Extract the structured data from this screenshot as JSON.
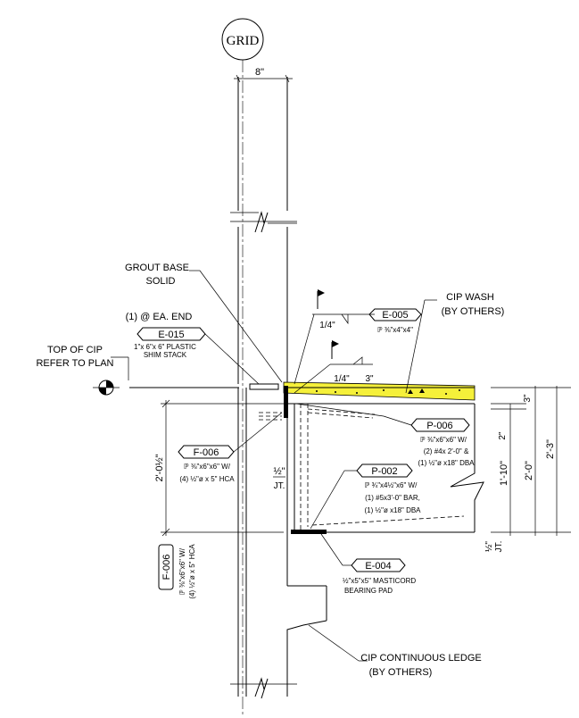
{
  "grid": {
    "label": "GRID"
  },
  "dims": {
    "wall_width": "8\"",
    "panel_height": "2'-0½\"",
    "gap_half": "½\"",
    "gap_jt": "JT.",
    "right_3": "3\"",
    "right_2": "2\"",
    "right_1_10": "1'-10\"",
    "right_2_0": "2'-0\"",
    "right_2_3": "2'-3\"",
    "bottom_half": "½\"",
    "bottom_jt": "JT."
  },
  "notes": {
    "grout_base": [
      "GROUT BASE",
      "SOLID"
    ],
    "ea_end": "(1) @ EA. END",
    "e015": {
      "tag": "E-015",
      "text": [
        "1\"x 6\"x 6\" PLASTIC",
        "SHIM STACK"
      ]
    },
    "top_cip": [
      "TOP OF CIP",
      "REFER TO PLAN"
    ],
    "cip_wash": [
      "CIP WASH",
      "(BY OTHERS)"
    ],
    "e005": {
      "tag": "E-005",
      "weld": "1/4\"",
      "text": "ℙ ⅜\"x4\"x4\""
    },
    "weld2": {
      "size": "1/4\"",
      "length": "3\""
    },
    "p006": {
      "tag": "P-006",
      "text": [
        "ℙ ⅜\"x6\"x6\" W/",
        "(2) #4x 2'-0\" &",
        "(1) ½\"ø x18\" DBA"
      ]
    },
    "f006": {
      "tag": "F-006",
      "text": [
        "ℙ ⅜\"x6\"x6\" W/",
        "(4) ½\"ø x 5\" HCA"
      ]
    },
    "p002": {
      "tag": "P-002",
      "text": [
        "ℙ ¾\"x4½\"x6\" W/",
        "(1) #5x3'-0\" BAR,",
        "(1) ½\"ø x18\" DBA"
      ]
    },
    "f006_vert": {
      "tag": "F-006",
      "text": [
        "ℙ ⅜\"x6\"x6\" W/",
        "(4) ½\"ø x 5\" HCA"
      ]
    },
    "e004": {
      "tag": "E-004",
      "text": [
        "½\"x5\"x5\" MASTICORD",
        "BEARING PAD"
      ]
    },
    "cip_ledge": [
      "CIP CONTINUOUS LEDGE",
      "(BY OTHERS)"
    ]
  },
  "colors": {
    "wash_fill": "#f5f03a",
    "line": "#000000"
  }
}
